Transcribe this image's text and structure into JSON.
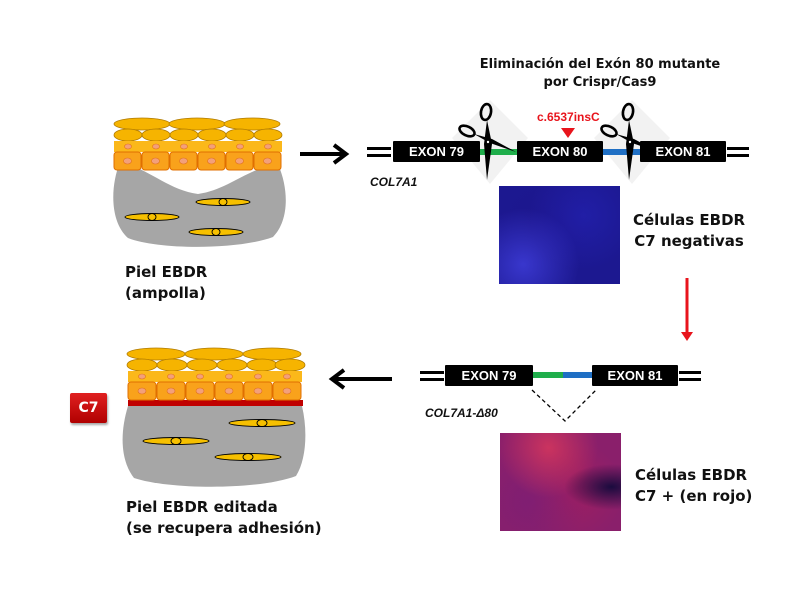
{
  "title": {
    "line1": "Eliminación del Exón 80 mutante",
    "line2": "por Crispr/Cas9"
  },
  "mutation_label": "c.6537insC",
  "top_gene": {
    "name": "COL7A1",
    "exons": [
      "EXON 79",
      "EXON 80",
      "EXON 81"
    ],
    "intron_colors": [
      "#1fae4b",
      "#1f6fc4"
    ]
  },
  "bottom_gene": {
    "name": "COL7A1-Δ80",
    "exons": [
      "EXON 79",
      "EXON 81"
    ],
    "junction_colors": [
      "#1fae4b",
      "#1f6fc4"
    ]
  },
  "cells_negative": {
    "line1": "Células EBDR",
    "line2": "C7 negativas"
  },
  "cells_positive": {
    "line1": "Células EBDR",
    "line2": "C7 + (en rojo)"
  },
  "skin_blister": {
    "line1": "Piel EBDR",
    "line2": "(ampolla)"
  },
  "skin_edited": {
    "line1": "Piel EBDR editada",
    "line2": "(se recupera adhesión)",
    "badge": "C7"
  },
  "colors": {
    "keratinocyte": "#f6a800",
    "basal_cell": "#f9a21b",
    "dermis": "#a6a6a6",
    "basement_membrane": "#c00000",
    "mutation": "#e8141c",
    "process_arrow": "#e8141c"
  }
}
